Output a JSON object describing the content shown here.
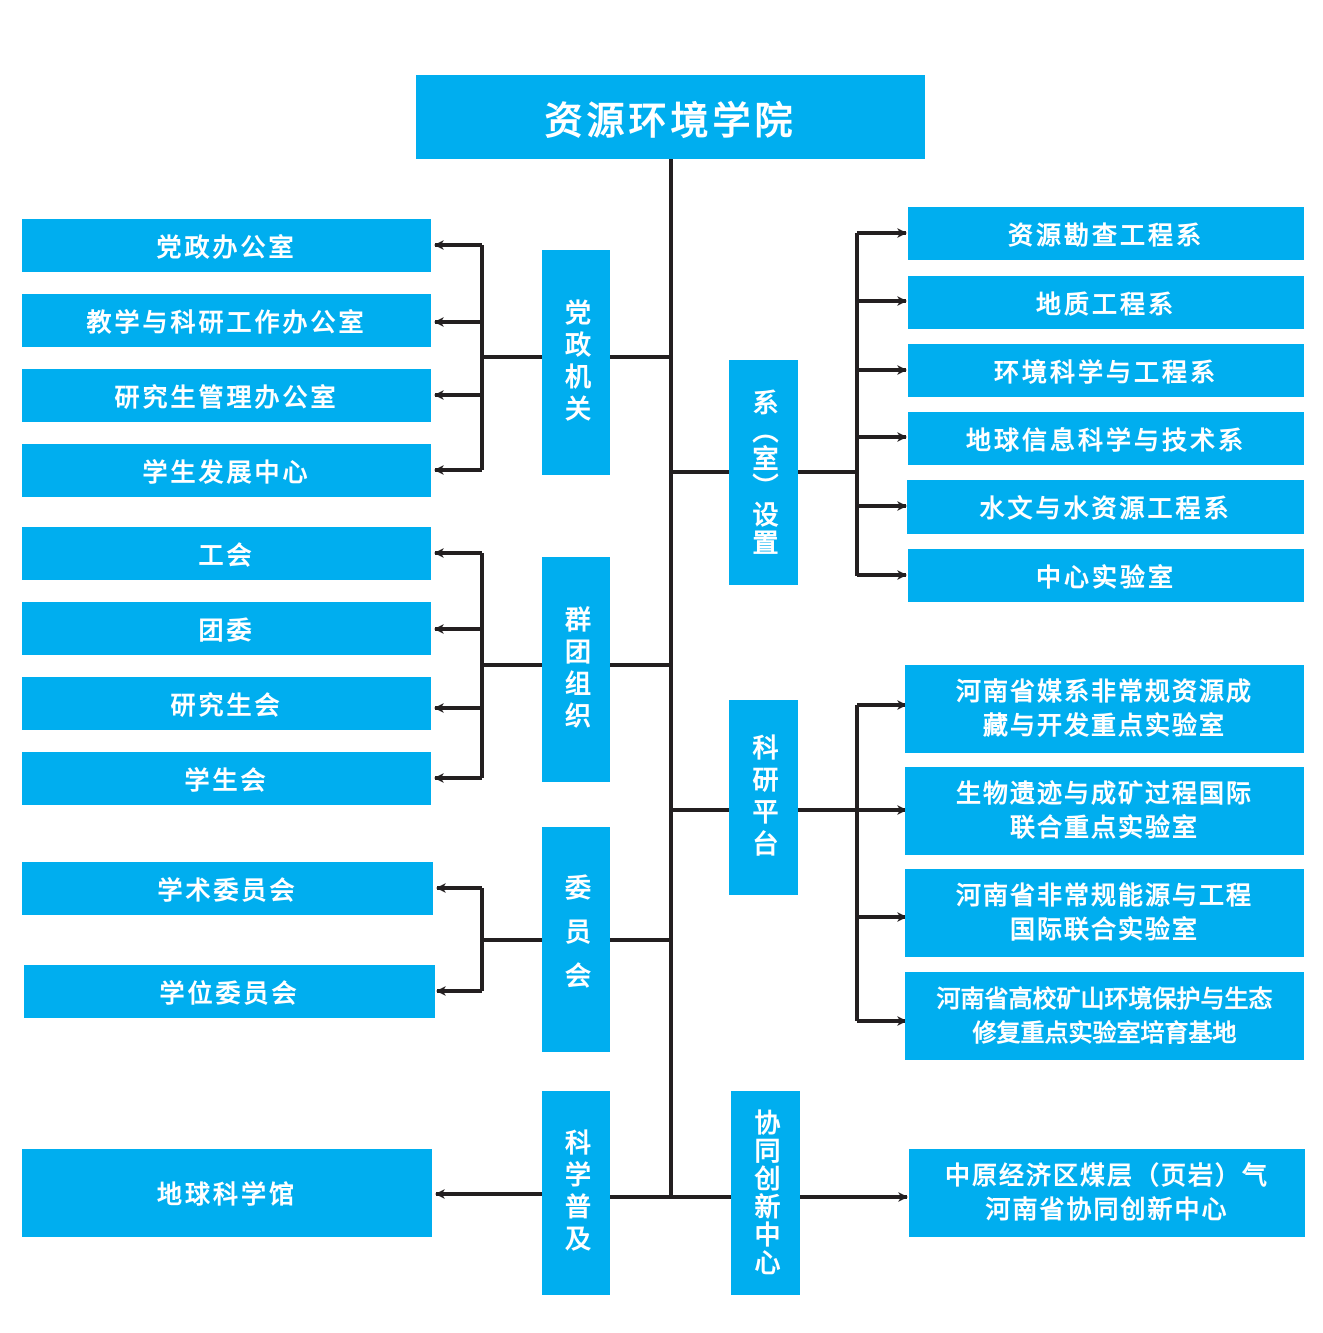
{
  "title": "资源环境学院",
  "colors": {
    "box": "#00AEEF",
    "line": "#231F20",
    "text": "#FFFFFF"
  },
  "left_groups": [
    {
      "name": "党政机关",
      "children": [
        "党政办公室",
        "教学与科研工作办公室",
        "研究生管理办公室",
        "学生发展中心"
      ]
    },
    {
      "name": "群团组织",
      "children": [
        "工会",
        "团委",
        "研究生会",
        "学生会"
      ]
    },
    {
      "name": "委员会",
      "children": [
        "学术委员会",
        "学位委员会"
      ]
    },
    {
      "name": "科学普及",
      "children": [
        "地球科学馆"
      ]
    }
  ],
  "right_groups": [
    {
      "name": "系（室）设置",
      "children": [
        [
          "资源勘查工程系"
        ],
        [
          "地质工程系"
        ],
        [
          "环境科学与工程系"
        ],
        [
          "地球信息科学与技术系"
        ],
        [
          "水文与水资源工程系"
        ],
        [
          "中心实验室"
        ]
      ]
    },
    {
      "name": "科研平台",
      "children": [
        [
          "河南省媒系非常规资源成",
          "藏与开发重点实验室"
        ],
        [
          "生物遗迹与成矿过程国际",
          "联合重点实验室"
        ],
        [
          "河南省非常规能源与工程",
          "国际联合实验室"
        ],
        [
          "河南省高校矿山环境保护与生态",
          "修复重点实验室培育基地"
        ]
      ]
    },
    {
      "name": "协同创新中心",
      "children": [
        [
          "中原经济区煤层（页岩）气",
          "河南省协同创新中心"
        ]
      ]
    }
  ]
}
